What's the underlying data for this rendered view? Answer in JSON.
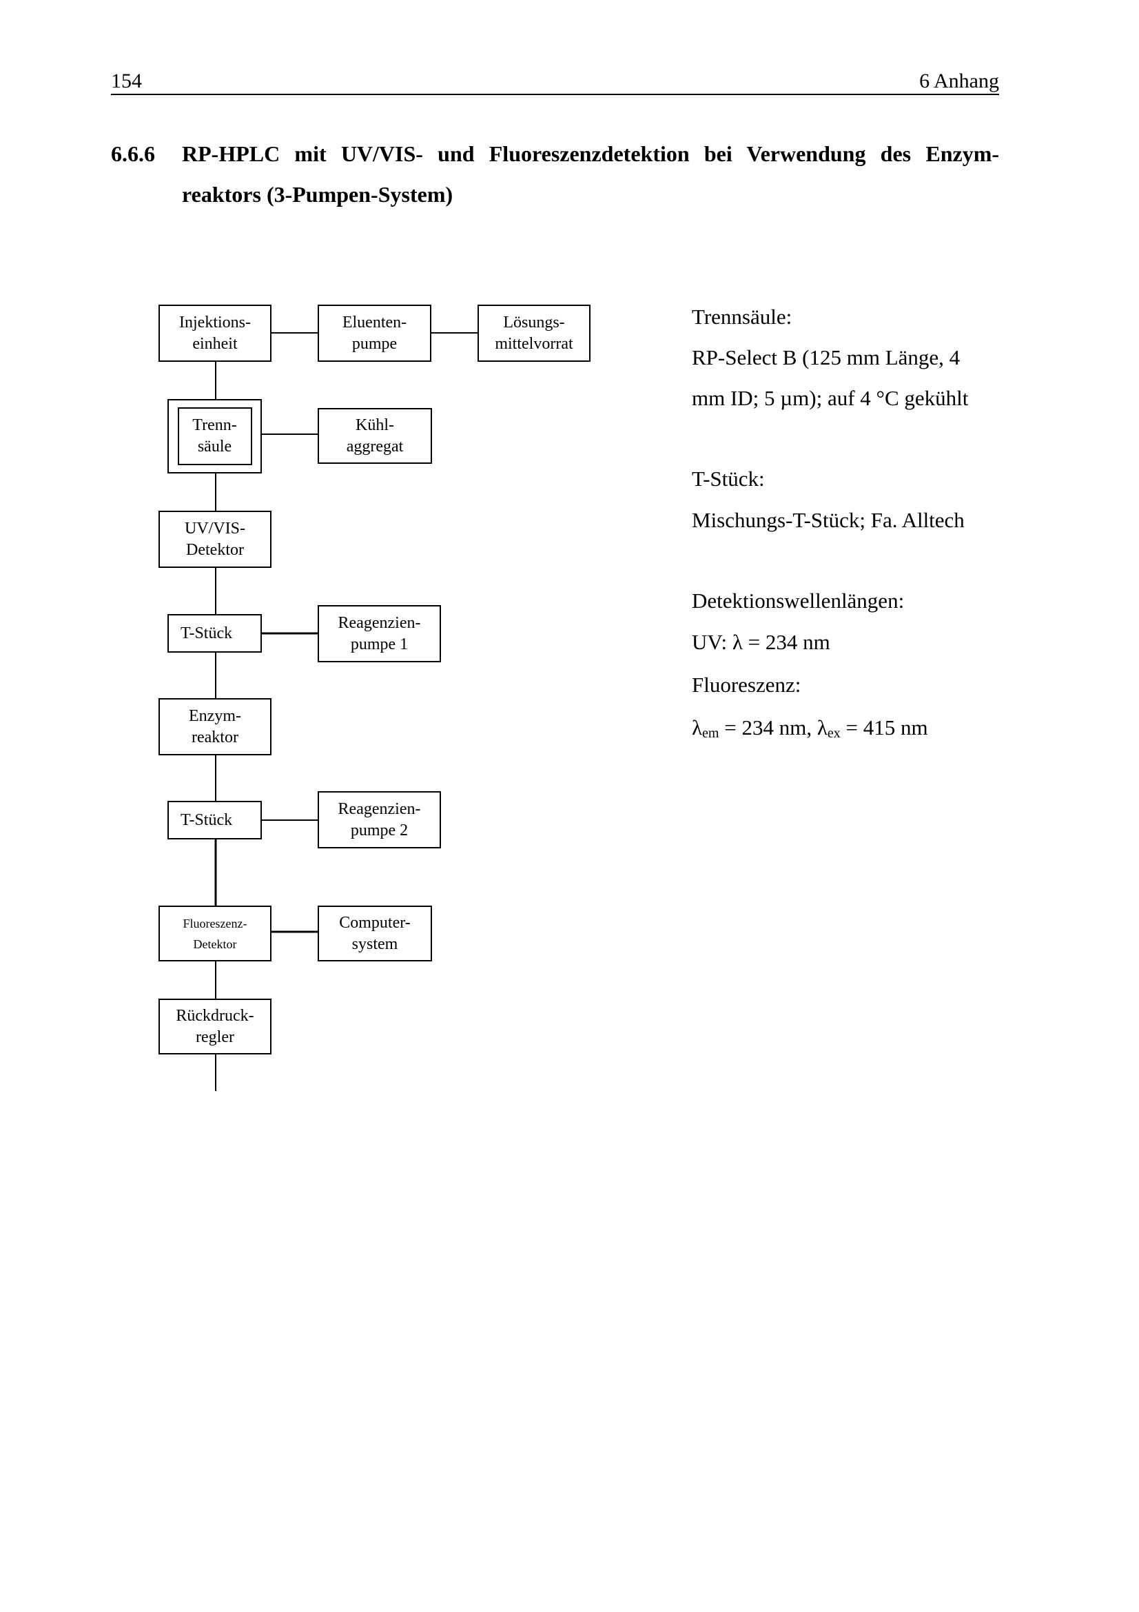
{
  "header": {
    "page_number": "154",
    "chapter": "6  Anhang"
  },
  "heading": {
    "number": "6.6.6",
    "line1": "RP-HPLC mit UV/VIS- und Fluoreszenzdetektion bei Verwendung des  Enzym-",
    "line2": "reaktors (3-Pumpen-System)"
  },
  "diagram": {
    "injektion": [
      "Injektions-",
      "einheit"
    ],
    "eluenten": [
      "Eluenten-",
      "pumpe"
    ],
    "loesung": [
      "Lösungs-",
      "mittelvorrat"
    ],
    "trenn": [
      "Trenn-",
      "säule"
    ],
    "kuehl": [
      "Kühl-",
      "aggregat"
    ],
    "uvvis": [
      "UV/VIS-",
      "Detektor"
    ],
    "tstueck1": "T-Stück",
    "reag1": [
      "Reagenzien-",
      "pumpe 1"
    ],
    "enzym": [
      "Enzym-",
      "reaktor"
    ],
    "tstueck2": "T-Stück",
    "reag2": [
      "Reagenzien-",
      "pumpe 2"
    ],
    "fluor": [
      "Fluoreszenz-",
      "Detektor"
    ],
    "computer": [
      "Computer-",
      "system"
    ],
    "rueck": [
      "Rückdruck-",
      "regler"
    ]
  },
  "notes": {
    "trenn_label": "Trennsäule:",
    "trenn_1": "RP-Select B (125 mm Länge, 4",
    "trenn_2": "mm ID; 5 µm); auf 4 °C gekühlt",
    "t_label": "T-Stück:",
    "t_value": "Mischungs-T-Stück; Fa. Alltech",
    "det_label": "Detektionswellenlängen:",
    "uv": "UV: λ = 234 nm",
    "fl_label": "Fluoreszenz:",
    "lambda": "λ",
    "em": "em",
    "em_value": " = 234 nm, ",
    "ex": "ex",
    "ex_value": " = 415 nm"
  }
}
